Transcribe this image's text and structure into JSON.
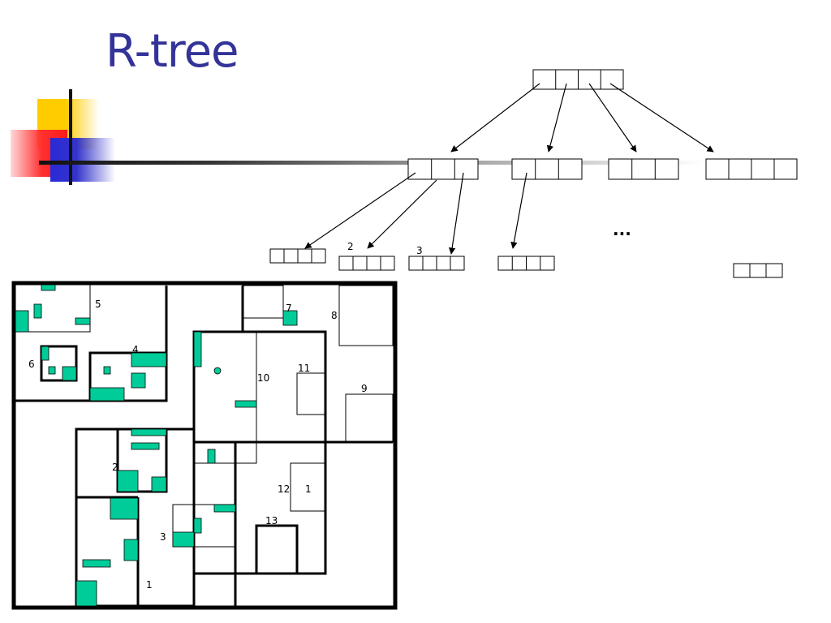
{
  "title": "R-tree",
  "tree": {
    "ellipsis": "...",
    "leaf_labels": [
      "2",
      "3"
    ]
  },
  "map": {
    "region_labels": [
      "1",
      "2",
      "3",
      "4",
      "5",
      "6",
      "7",
      "8",
      "9",
      "10",
      "11",
      "12",
      "13"
    ],
    "objects_color": "#00CC99"
  },
  "colors": {
    "title": "#333399",
    "accent_yellow": "#FFCC00",
    "accent_red": "#FF3030",
    "accent_blue": "#3333CC"
  }
}
